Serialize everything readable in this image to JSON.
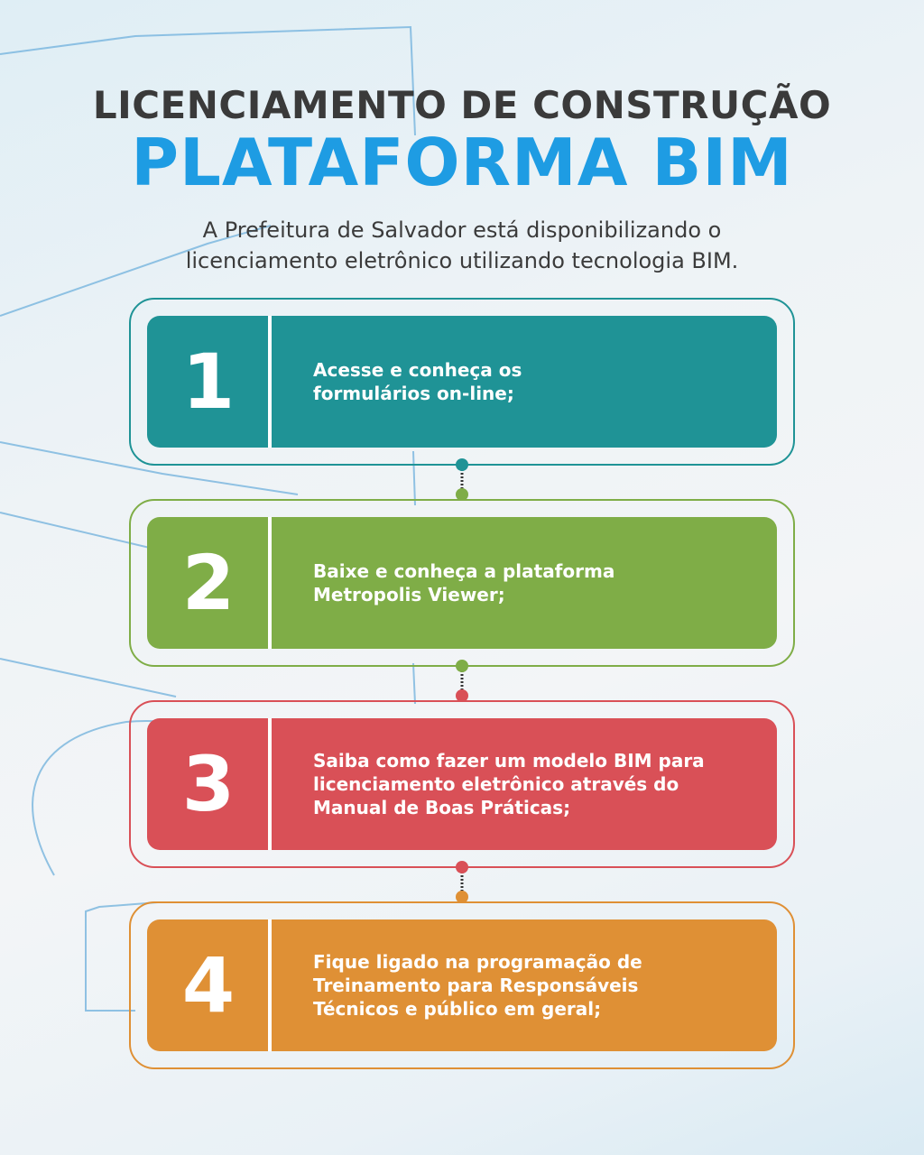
{
  "header": {
    "title_line1": "LICENCIAMENTO DE CONSTRUÇÃO",
    "title_line2": "PLATAFORMA BIM",
    "subtitle": "A Prefeitura de Salvador está disponibilizando o licenciamento eletrônico utilizando tecnologia BIM."
  },
  "steps": [
    {
      "number": "1",
      "text": "Acesse e conheça os formulários on-line;",
      "color": "#1f9396"
    },
    {
      "number": "2",
      "text": "Baixe e conheça a plataforma Metropolis Viewer;",
      "color": "#7fad47"
    },
    {
      "number": "3",
      "text": "Saiba como fazer um modelo BIM para licenciamento eletrônico através do Manual de Boas Práticas;",
      "color": "#d95057"
    },
    {
      "number": "4",
      "text": "Fique ligado na programação de Treinamento para Responsáveis Técnicos e público em geral;",
      "color": "#df9035"
    }
  ],
  "colors": {
    "title_dark": "#3a3a3a",
    "title_accent": "#1e9ce3",
    "background_lines": "#5aa6d6"
  }
}
